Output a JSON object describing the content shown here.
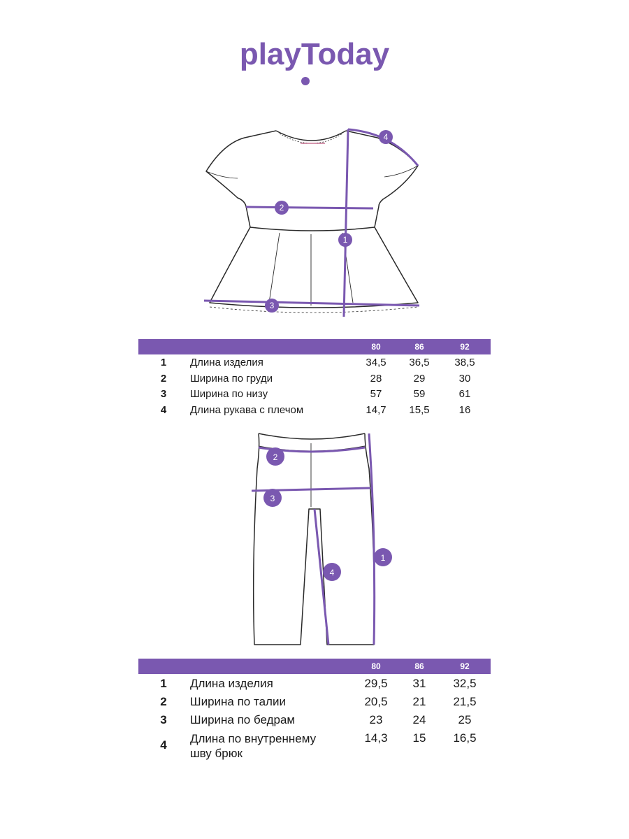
{
  "brand": {
    "logo_text": "playToday",
    "accent_color": "#7a58b0"
  },
  "dress": {
    "sizes": [
      "80",
      "86",
      "92"
    ],
    "rows": [
      {
        "num": "1",
        "label": "Длина изделия",
        "values": [
          "34,5",
          "36,5",
          "38,5"
        ]
      },
      {
        "num": "2",
        "label": "Ширина по груди",
        "values": [
          "28",
          "29",
          "30"
        ]
      },
      {
        "num": "3",
        "label": "Ширина по низу",
        "values": [
          "57",
          "59",
          "61"
        ]
      },
      {
        "num": "4",
        "label": "Длина рукава с плечом",
        "values": [
          "14,7",
          "15,5",
          "16"
        ]
      }
    ],
    "markers": [
      "1",
      "2",
      "3",
      "4"
    ]
  },
  "pants": {
    "sizes": [
      "80",
      "86",
      "92"
    ],
    "rows": [
      {
        "num": "1",
        "label": "Длина изделия",
        "values": [
          "29,5",
          "31",
          "32,5"
        ]
      },
      {
        "num": "2",
        "label": "Ширина по талии",
        "values": [
          "20,5",
          "21",
          "21,5"
        ]
      },
      {
        "num": "3",
        "label": "Ширина по бедрам",
        "values": [
          "23",
          "24",
          "25"
        ]
      },
      {
        "num": "4",
        "label_line1": "Длина по внутреннему",
        "label_line2": "шву брюк",
        "values": [
          "14,3",
          "15",
          "16,5"
        ]
      }
    ],
    "markers": [
      "1",
      "2",
      "3",
      "4"
    ]
  }
}
